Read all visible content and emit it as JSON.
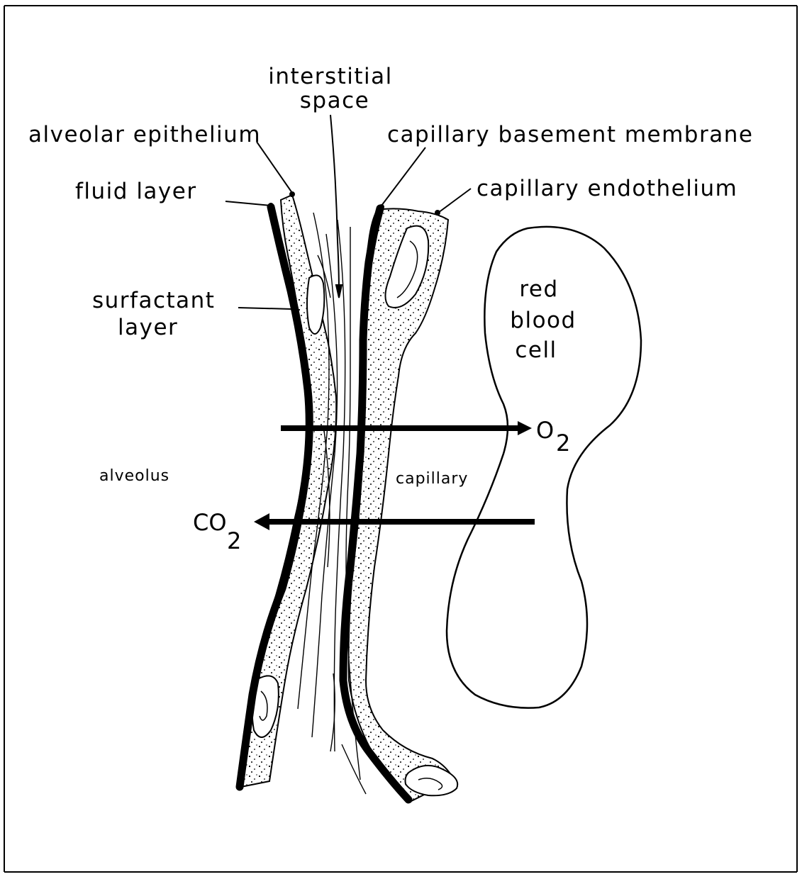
{
  "labels": {
    "interstitial_space_line1": "interstitial",
    "interstitial_space_line2": "space",
    "alveolar_epithelium": "alveolar epithelium",
    "capillary_basement_membrane": "capillary basement membrane",
    "fluid_layer": "fluid layer",
    "capillary_endothelium": "capillary endothelium",
    "surfactant_line1": "surfactant",
    "surfactant_line2": "layer",
    "rbc_line1": "red",
    "rbc_line2": "blood",
    "rbc_line3": "cell",
    "alveolus": "alveolus",
    "capillary": "capillary"
  },
  "gases": {
    "o2_symbol": "O",
    "o2_subscript": "2",
    "co2_symbol": "CO",
    "co2_subscript": "2"
  },
  "colors": {
    "ink": "#000000",
    "background": "#ffffff"
  }
}
